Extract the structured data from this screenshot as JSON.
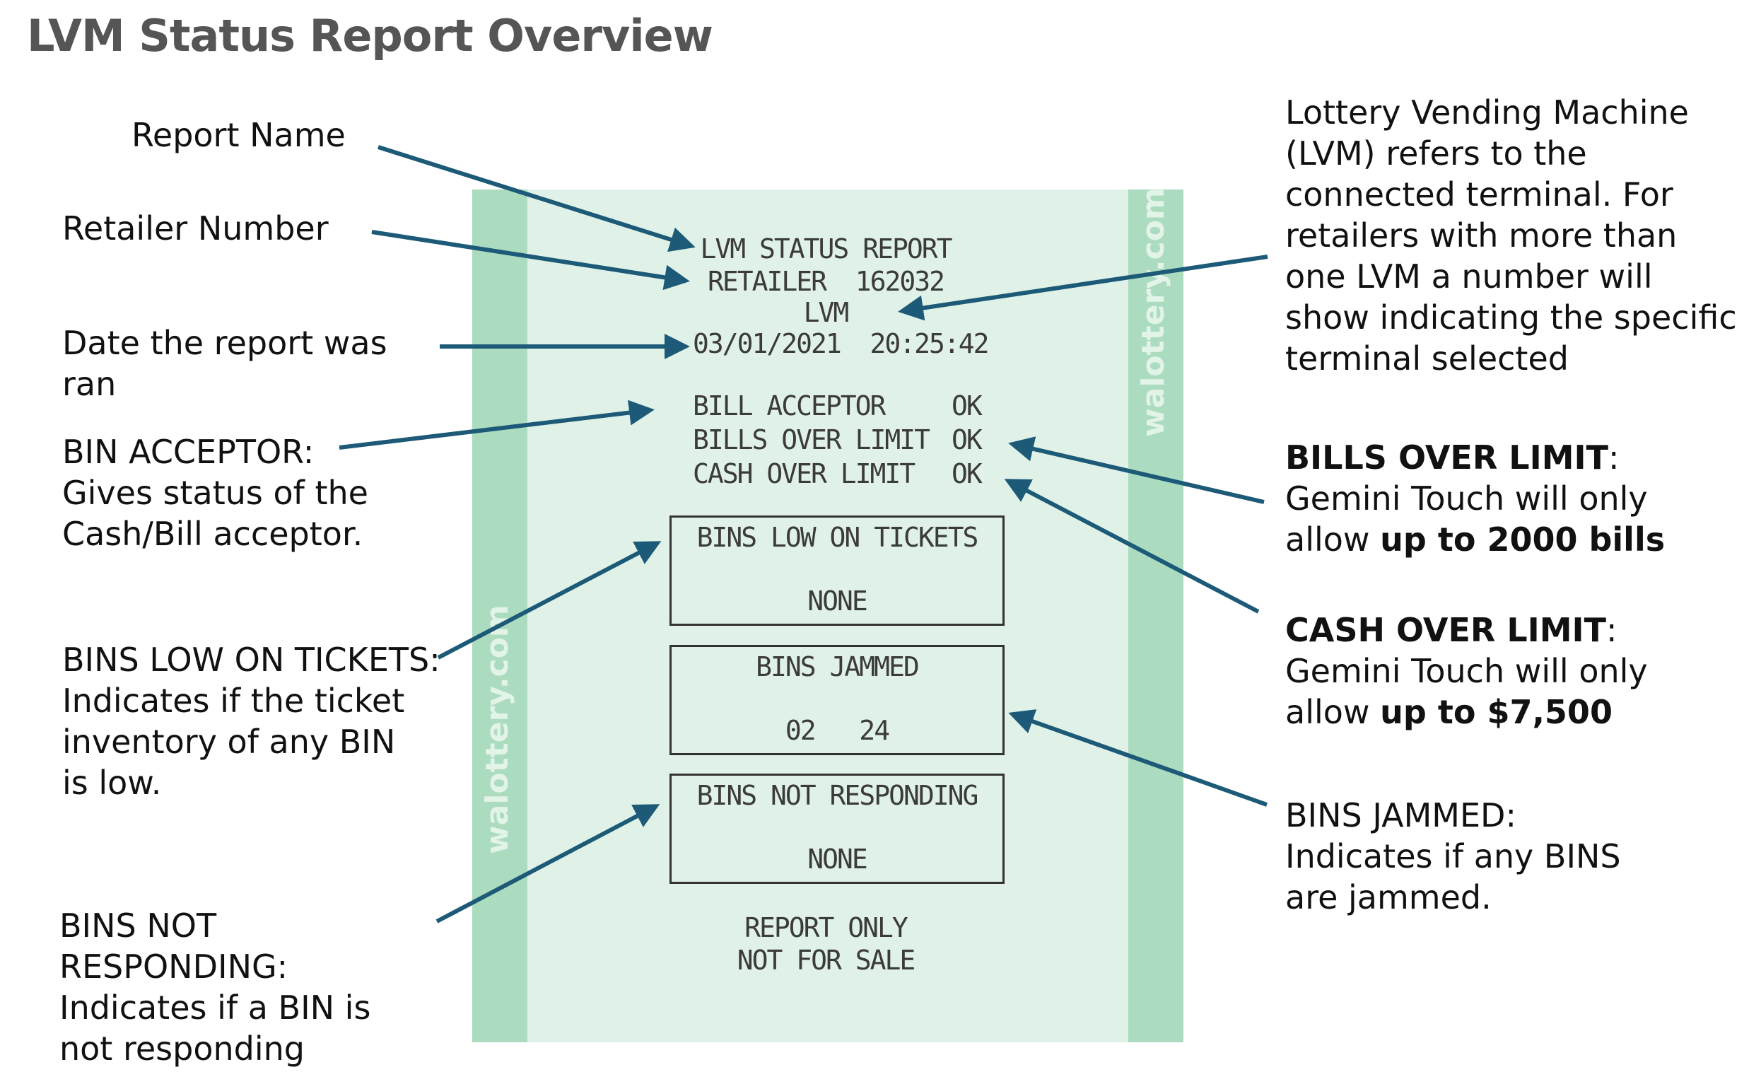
{
  "title": "LVM Status Report Overview",
  "ticket": {
    "report_name": "LVM STATUS REPORT",
    "retailer": "RETAILER  162032",
    "lvm": "LVM",
    "datetime": "03/01/2021  20:25:42",
    "status_rows": [
      {
        "label": "BILL ACCEPTOR",
        "value": "OK"
      },
      {
        "label": "BILLS OVER LIMIT",
        "value": "OK"
      },
      {
        "label": "CASH OVER LIMIT",
        "value": "OK"
      }
    ],
    "boxes": [
      {
        "heading": "BINS LOW ON TICKETS",
        "value": "NONE"
      },
      {
        "heading": "BINS JAMMED",
        "value": "02   24"
      },
      {
        "heading": "BINS NOT RESPONDING",
        "value": "NONE"
      }
    ],
    "footer_line1": "REPORT ONLY",
    "footer_line2": "NOT FOR SALE",
    "watermark": "walottery.com"
  },
  "labels": {
    "report_name": "Report Name",
    "retailer_number": "Retailer Number",
    "date_ran": "Date the report was ran",
    "bin_acceptor_head": "BIN ACCEPTOR:",
    "bin_acceptor_body": "Gives status of the Cash/Bill acceptor.",
    "bins_low_head": "BINS LOW ON TICKETS:",
    "bins_low_body": "Indicates if the ticket inventory of any BIN is low.",
    "bins_not_resp_head": "BINS NOT RESPONDING:",
    "bins_not_resp_body": "Indicates if a BIN is not responding",
    "lvm_desc": "Lottery Vending Machine (LVM) refers to the connected terminal. For retailers with more than one LVM a number will show indicating the specific terminal selected",
    "bills_over_head": "BILLS OVER LIMIT",
    "bills_over_body": ": Gemini Touch will only allow ",
    "bills_over_bold": "up to 2000 bills",
    "cash_over_head": "CASH OVER LIMIT",
    "cash_over_body": "Gemini Touch will only allow ",
    "cash_over_bold": "up to $7,500",
    "bins_jammed_head": "BINS JAMMED:",
    "bins_jammed_body": "Indicates if any BINS are jammed."
  },
  "colors": {
    "arrow": "#1d5a78",
    "ticket_bg": "#e0f2e7",
    "ticket_stripe": "#acdcbf",
    "title": "#555555"
  }
}
